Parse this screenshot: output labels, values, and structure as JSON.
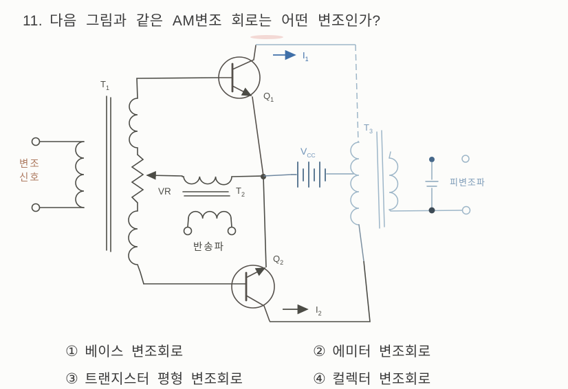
{
  "question": {
    "number": "11.",
    "text": "다음 그림과 같은 AM변조 회로는 어떤 변조인가?"
  },
  "circuit": {
    "labels": {
      "t1": {
        "base": "T",
        "sub": "1"
      },
      "t2": {
        "base": "T",
        "sub": "2"
      },
      "t3": {
        "base": "T",
        "sub": "3"
      },
      "q1": {
        "base": "Q",
        "sub": "1"
      },
      "q2": {
        "base": "Q",
        "sub": "2"
      },
      "i1": {
        "base": "I",
        "sub": "1"
      },
      "i2": {
        "base": "I",
        "sub": "2"
      },
      "vcc": {
        "base": "V",
        "sub": "CC"
      },
      "vr": "VR",
      "mod_signal_line1": "변조",
      "mod_signal_line2": "신호",
      "carrier": "반송파",
      "output": "피변조파"
    },
    "colors": {
      "ink": "#4c4c46",
      "wire_light_blue": "#9db6c8",
      "arrow_blue": "#3f6fa8",
      "label_blue": "#7e9cb8",
      "battery_plate": "#5d7a94",
      "signal_label": "#ad7a60"
    }
  },
  "options": [
    {
      "num": "①",
      "label": "베이스 변조회로"
    },
    {
      "num": "②",
      "label": "에미터 변조회로"
    },
    {
      "num": "③",
      "label": "트랜지스터 평형 변조회로"
    },
    {
      "num": "④",
      "label": "컬렉터 변조회로"
    }
  ]
}
